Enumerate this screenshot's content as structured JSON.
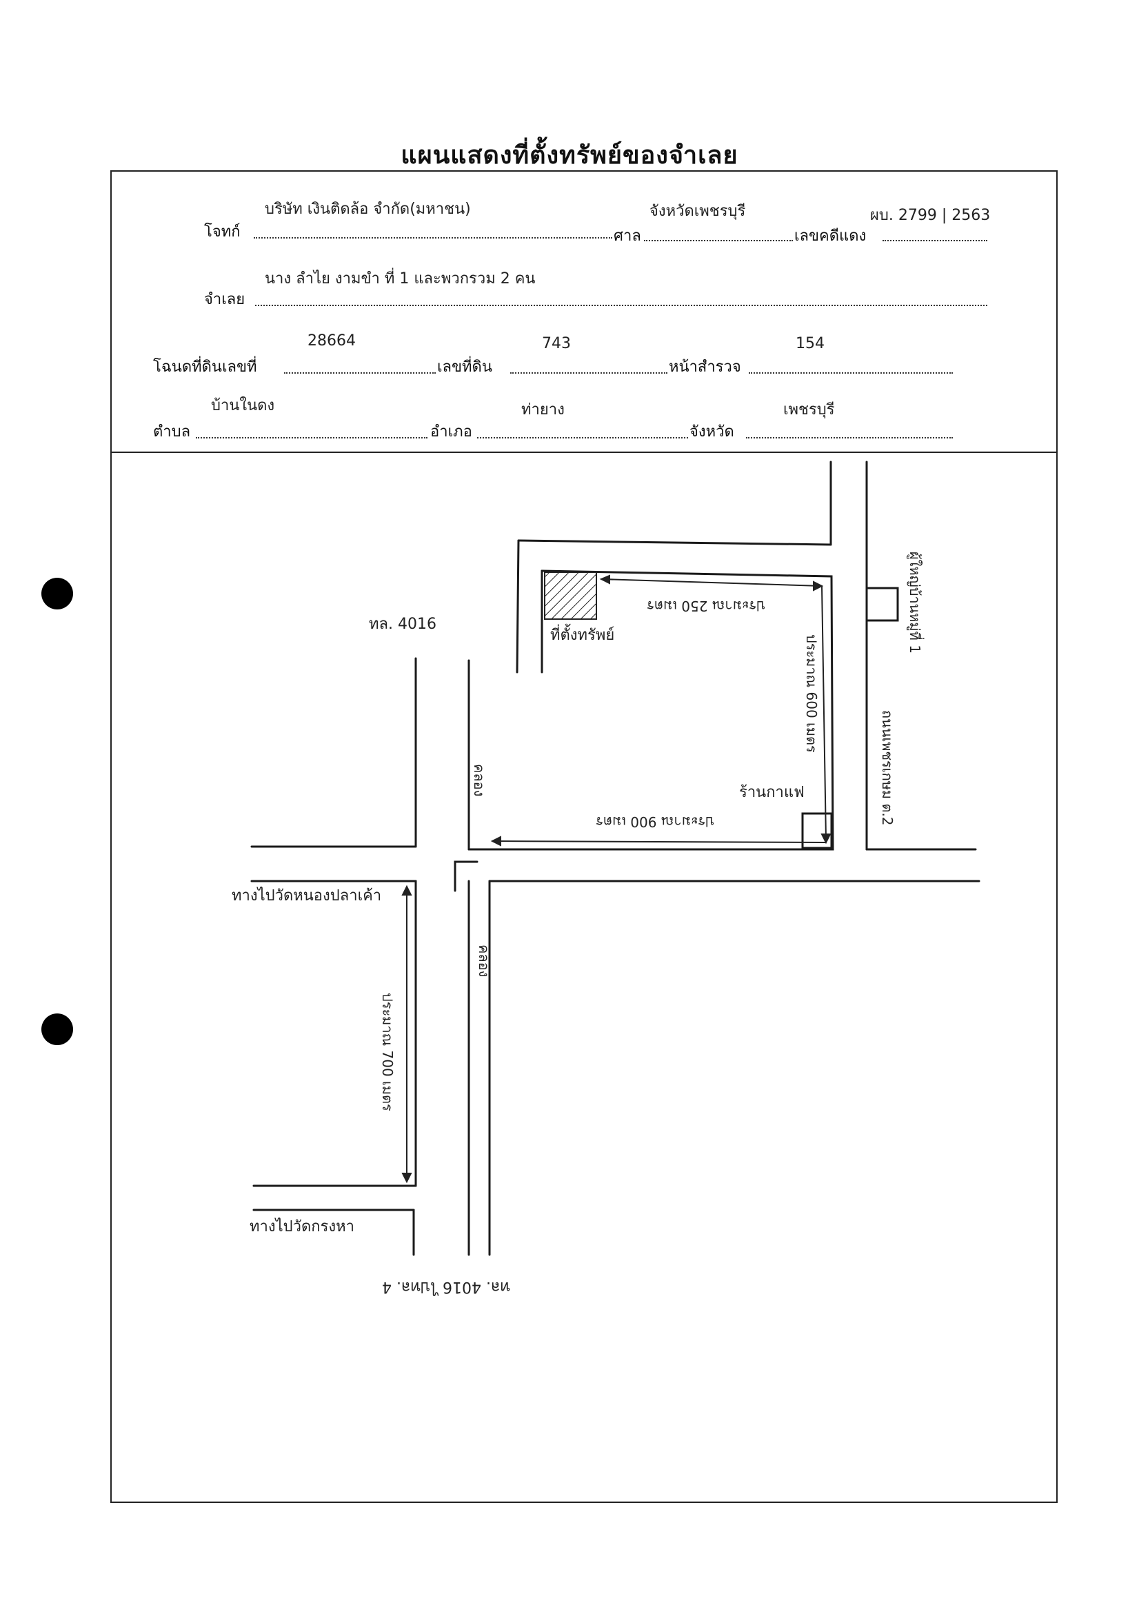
{
  "title": "แผนแสดงที่ตั้งทรัพย์ของจำเลย",
  "form": {
    "plaintiff_label": "โจทก์",
    "plaintiff_value": "บริษัท เงินติดล้อ จำกัด(มหาชน)",
    "court_label": "ศาล",
    "court_value": "จังหวัดเพชรบุรี",
    "case_label": "เลขคดีแดง",
    "case_value": "ผบ. 2799 | 2563",
    "defendant_label": "จำเลย",
    "defendant_value": "นาง ลำไย งามขำ ที่ 1 และพวกรวม 2 คน",
    "deed_label": "โฉนดที่ดินเลขที่",
    "deed_value": "28664",
    "land_no_label": "เลขที่ดิน",
    "land_no_value": "743",
    "survey_label": "หน้าสำรวจ",
    "survey_value": "154",
    "subdistrict_label": "ตำบล",
    "subdistrict_value": "บ้านในดง",
    "district_label": "อำเภอ",
    "district_value": "ท่ายาง",
    "province_label": "จังหวัด",
    "province_value": "เพชรบุรี"
  },
  "map": {
    "road_top_left": "ทล. 4016",
    "property_label": "ที่ตั้งทรัพย์",
    "dist_top": "ประมาณ 250 เมตร",
    "dist_right": "ประมาณ 600 เมตร",
    "dist_bottom": "ประมาณ 900 เมตร",
    "dist_left": "ประมาณ 700 เมตร",
    "canal_1": "คลอง",
    "canal_2": "คลอง",
    "shop_label": "ร้านกาแฟ",
    "village_label": "ผู้ใหญ่บ้านหมู่ที่ 1",
    "road_right_label": "ถนนเพชรเกษม ต.2",
    "way_temple_1": "ทางไปวัดหนองปลาเค้า",
    "way_temple_2": "ทางไปวัดกรงหา",
    "road_bottom": "ทล. 4016 ไปทล. 4"
  }
}
